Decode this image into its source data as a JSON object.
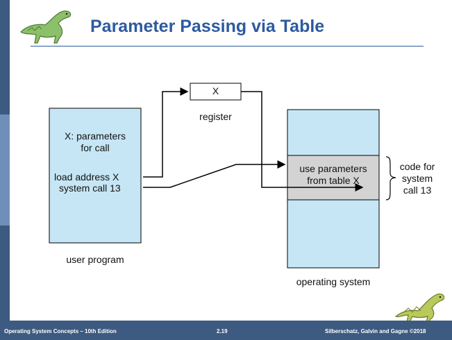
{
  "slide": {
    "title": "Parameter Passing via Table"
  },
  "diagram": {
    "user_program": {
      "params_line1": "X: parameters",
      "params_line2": "for call",
      "load_line": "load address X",
      "syscall_line": "system call 13",
      "caption": "user program"
    },
    "register": {
      "value": "X",
      "caption": "register"
    },
    "operating_system": {
      "code_line1": "use parameters",
      "code_line2": "from table X",
      "caption": "operating system"
    },
    "brace_label": {
      "line1": "code for",
      "line2": "system",
      "line3": "call 13"
    }
  },
  "footer": {
    "left": "Operating System Concepts – 10th Edition",
    "center": "2.19",
    "right": "Silberschatz, Galvin and Gagne ©2018"
  },
  "colors": {
    "accent": "#2c5aa0",
    "box_fill": "#c6e6f5",
    "code_fill": "#d3d3d3",
    "sidebar": "#3d5a80"
  }
}
